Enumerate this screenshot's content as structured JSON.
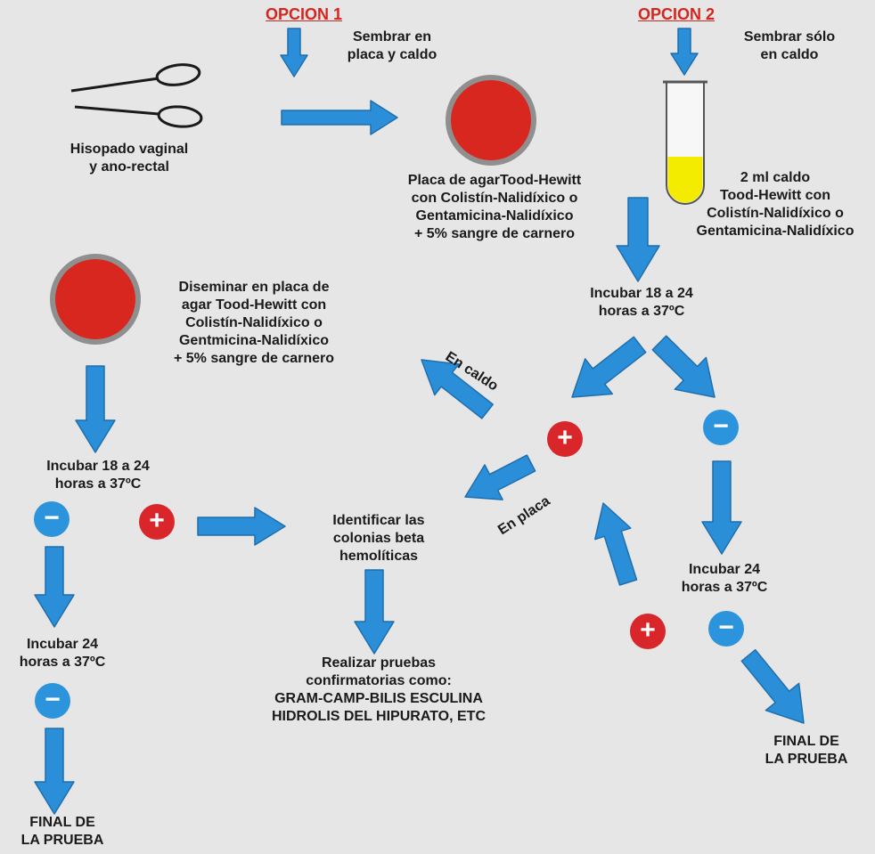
{
  "colors": {
    "arrow": "#2a8fd8",
    "arrow_stroke": "#1f6fae",
    "plate_red": "#d7271f",
    "plate_rim": "#8f8f8f",
    "broth_yellow": "#f4ec00",
    "plus_red": "#d9262b",
    "minus_blue": "#2b94dc",
    "option_red": "#d4261f",
    "background": "#e6e6e6"
  },
  "icons": {
    "swab": "swab-icon",
    "agar_plate": "agar-plate-icon",
    "broth_tube": "test-tube-icon",
    "positive": "plus-icon",
    "negative": "minus-icon"
  },
  "option1": {
    "title": "OPCION 1",
    "instruction": "Sembrar en\nplaca y caldo"
  },
  "option2": {
    "title": "OPCION 2",
    "instruction": "Sembrar sólo\nen caldo"
  },
  "swab_label": "Hisopado vaginal\ny ano-rectal",
  "plate_top_label": "Placa de agarTood-Hewitt\ncon Colistín-Nalidíxico o\nGentamicina-Nalidíxico\n+ 5% sangre de carnero",
  "tube_label": "2 ml caldo\nTood-Hewitt con\nColistín-Nalidíxico o\nGentamicina-Nalidíxico",
  "incubate_right_top": "Incubar 18 a 24\nhoras a 37ºC",
  "plate_left_label": "Diseminar en placa de\nagar Tood-Hewitt con\nColistín-Nalidíxico o\nGentmicina-Nalidíxico\n+ 5% sangre de carnero",
  "en_caldo": "En caldo",
  "en_placa": "En placa",
  "incubate_left_top": "Incubar 18 a 24\nhoras a 37ºC",
  "identify_label": "Identificar las\ncolonias beta\nhemolíticas",
  "incubate_right_mid": "Incubar 24\nhoras a 37ºC",
  "incubate_left_bottom": "Incubar 24\nhoras a 37ºC",
  "confirm_label": "Realizar pruebas\nconfirmatorias como:\nGRAM-CAMP-BILIS ESCULINA\nHIDROLIS DEL HIPURATO, ETC",
  "final_right": "FINAL DE\nLA PRUEBA",
  "final_left": "FINAL DE\nLA PRUEBA",
  "signs": {
    "plus": "+",
    "minus": "−"
  }
}
